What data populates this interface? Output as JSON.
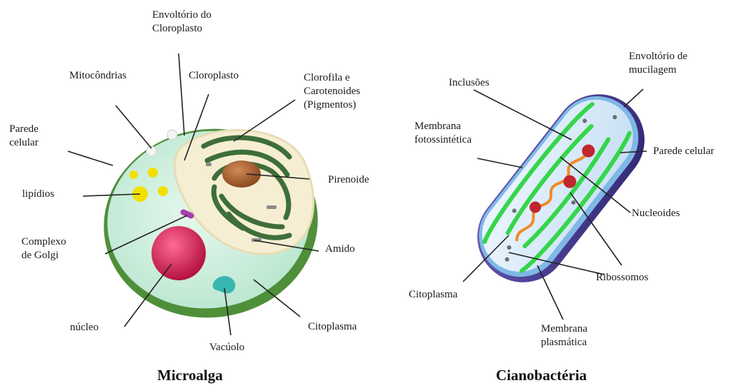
{
  "colors": {
    "cell_wall": "#4f8f3a",
    "cytoplasm": "#c7ecd9",
    "chloroplast_inner": "#f3ecd0",
    "thylakoid": "#3e6e3a",
    "pyrenoid": "#9b5a2e",
    "nucleus": "#d81f5a",
    "vacuole": "#38b6b0",
    "lipid": "#f3e000",
    "golgi": "#a63fb0",
    "cyano_wall": "#4b3b8f",
    "cyano_membrane": "#35d64a",
    "cyano_body": "#d9ecfb",
    "nucleoid": "#f08a2a",
    "inclusion": "#c1272d",
    "leader_line": "#222222"
  },
  "microalga": {
    "title": "Microalga",
    "labels": {
      "envelope": [
        "Envoltório do",
        "Cloroplasto"
      ],
      "mitochondria": "Mitocôndrias",
      "chloroplast": "Cloroplasto",
      "pigments": [
        "Clorofila e",
        "Carotenoides",
        "(Pigmentos)"
      ],
      "cell_wall": [
        "Parede",
        "celular"
      ],
      "lipids": "lipídios",
      "pyrenoid": "Pirenoide",
      "golgi": [
        "Complexo",
        "de Golgi"
      ],
      "starch": "Amido",
      "nucleus": "núcleo",
      "cytoplasm": "Citoplasma",
      "vacuole": "Vacúolo"
    }
  },
  "cyanobacteria": {
    "title": "Cianobactéria",
    "labels": {
      "mucilage": [
        "Envoltório de",
        "mucilagem"
      ],
      "inclusions": "Inclusões",
      "photo_membrane": [
        "Membrana",
        "fotossintética"
      ],
      "cell_wall": "Parede celular",
      "nucleoids": "Nucleoides",
      "ribosomes": "Ribossomos",
      "cytoplasm": "Citoplasma",
      "plasma_membrane": [
        "Membrana",
        "plasmática"
      ]
    }
  }
}
